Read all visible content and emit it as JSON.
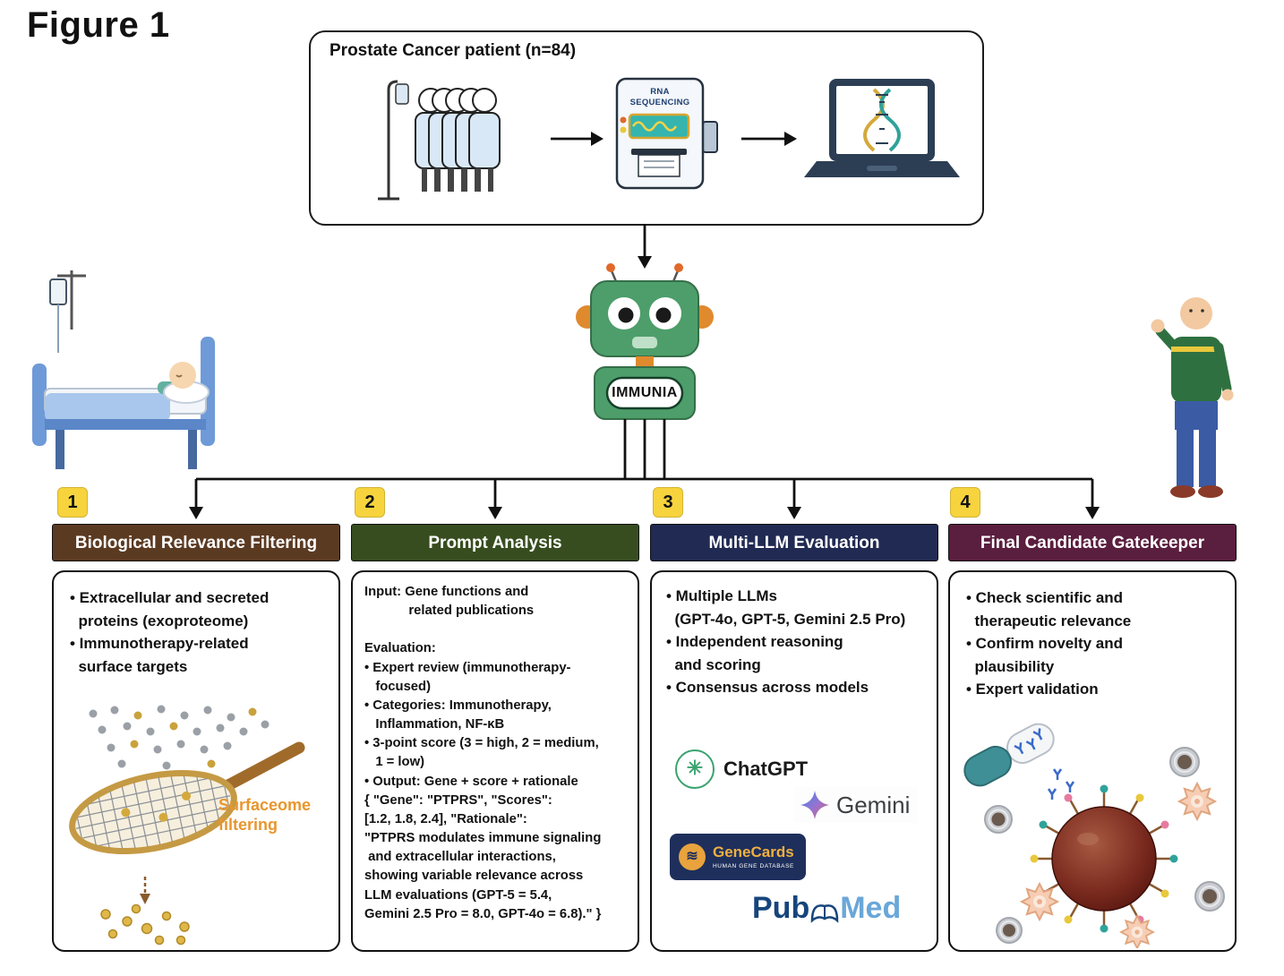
{
  "figure_label": "Figure 1",
  "top_box": {
    "title": "Prostate Cancer patient (n=84)",
    "sequencer_label": "RNA\nSEQUENCING"
  },
  "robot": {
    "name_label": "IMMUNIA"
  },
  "colors": {
    "step1_header": "#5b3a22",
    "step2_header": "#374d1f",
    "step3_header": "#202a52",
    "step4_header": "#5a1e3e",
    "badge_yellow": "#f7d43e",
    "surfaceome_orange": "#e8962e"
  },
  "steps": [
    {
      "number": "1",
      "title": "Biological Relevance Filtering",
      "header_color": "#5b3a22",
      "body": "• Extracellular and secreted\n  proteins (exoproteome)\n• Immunotherapy-related\n  surface targets",
      "illustration_label": "Surfaceome\nfiltering"
    },
    {
      "number": "2",
      "title": "Prompt Analysis",
      "header_color": "#374d1f",
      "body": "Input: Gene functions and\n            related publications\n\nEvaluation:\n• Expert review (immunotherapy-\n   focused)\n• Categories: Immunotherapy,\n   Inflammation, NF-κB\n• 3-point score (3 = high, 2 = medium,\n   1 = low)\n• Output: Gene + score + rationale\n{ \"Gene\": \"PTPRS\", \"Scores\":\n[1.2, 1.8, 2.4], \"Rationale\":\n\"PTPRS modulates immune signaling\n and extracellular interactions,\nshowing variable relevance across\nLLM evaluations (GPT-5 = 5.4,\nGemini 2.5 Pro = 8.0, GPT-4o = 6.8).\" }"
    },
    {
      "number": "3",
      "title": "Multi-LLM Evaluation",
      "header_color": "#202a52",
      "body": "• Multiple LLMs\n  (GPT-4o, GPT-5, Gemini 2.5 Pro)\n• Independent reasoning\n  and scoring\n• Consensus across models",
      "logos": {
        "chatgpt": "ChatGPT",
        "chatgpt_icon_glyph": "✳",
        "gemini": "Gemini",
        "genecards": "GeneCards",
        "genecards_sub": "HUMAN GENE DATABASE",
        "genecards_icon_glyph": "≋",
        "pubmed_pub": "Pub",
        "pubmed_med": "Med"
      }
    },
    {
      "number": "4",
      "title": "Final Candidate Gatekeeper",
      "header_color": "#5a1e3e",
      "body": "• Check scientific and\n  therapeutic relevance\n• Confirm novelty and\n  plausibility\n• Expert validation"
    }
  ]
}
